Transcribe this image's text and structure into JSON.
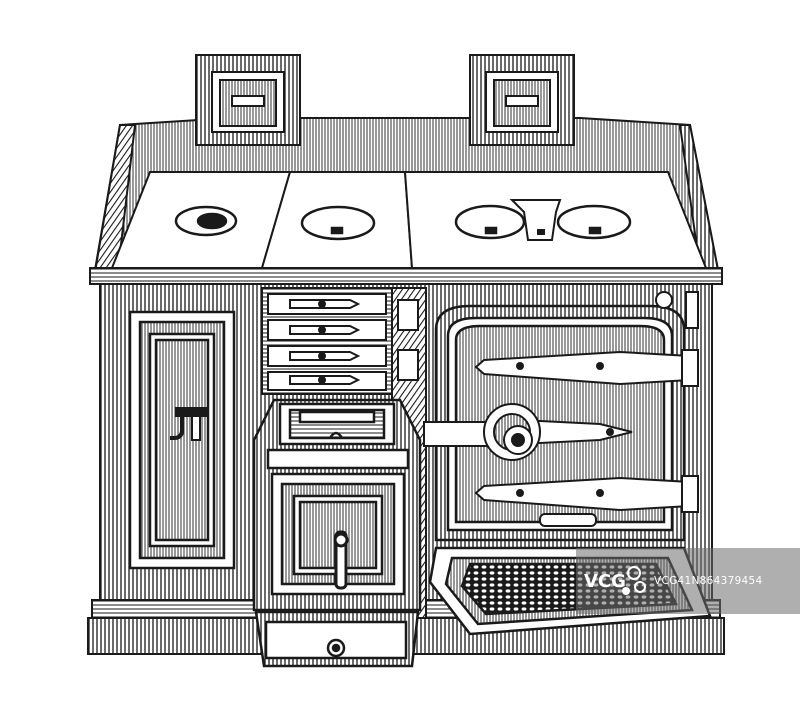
{
  "image": {
    "subject": "stove",
    "palette": {
      "ink": "#1a1a1a",
      "paper": "#ffffff",
      "watermark": "#6e6e6e"
    }
  },
  "stamps": {
    "left_plate": "",
    "right_plate": "",
    "door_plate": ""
  },
  "watermark": {
    "logo_text": "VCG",
    "id_text": "VCG41N864379454"
  }
}
